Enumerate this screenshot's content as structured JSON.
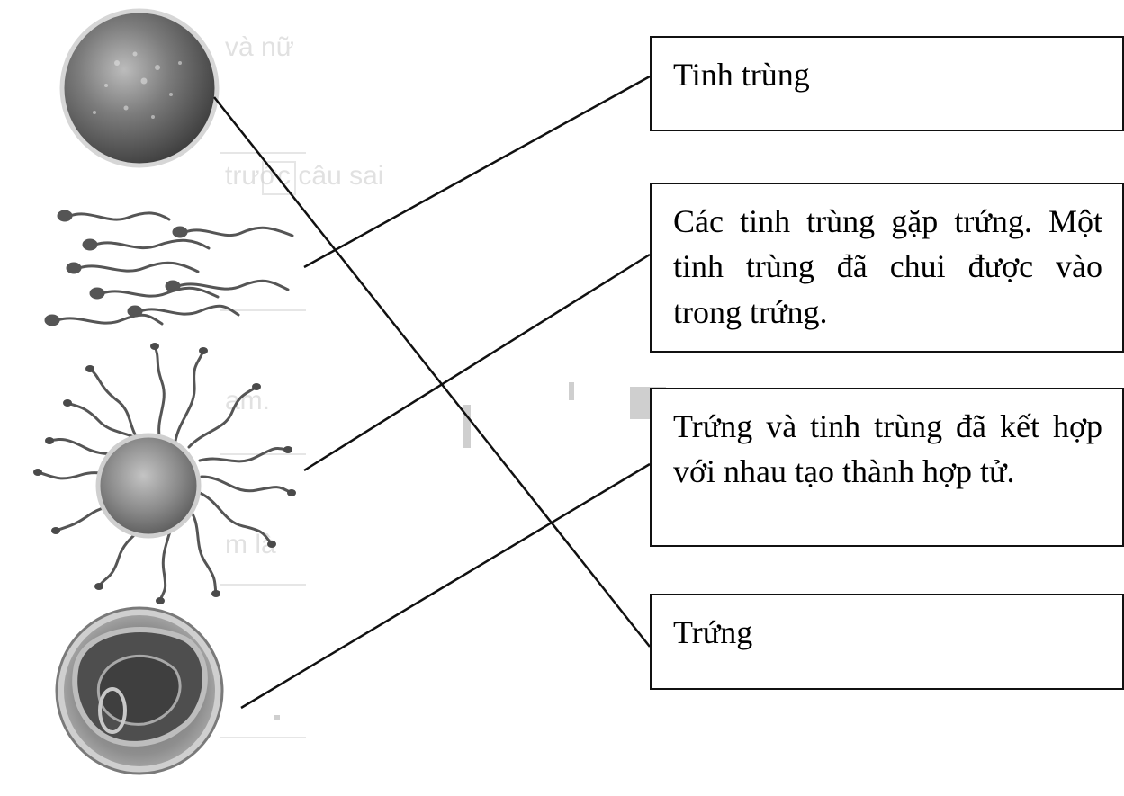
{
  "figure": {
    "images": [
      {
        "name": "egg-cell",
        "icon": "egg-cell-icon"
      },
      {
        "name": "sperm-cells",
        "icon": "sperm-cells-icon"
      },
      {
        "name": "fertilization",
        "icon": "fertilization-icon"
      },
      {
        "name": "zygote",
        "icon": "zygote-icon"
      }
    ],
    "labels": [
      {
        "text": "Tinh trùng"
      },
      {
        "text": "Các tinh trùng gặp trứng. Một tinh trùng đã chui được vào trong trứng."
      },
      {
        "text": "Trứng và tinh trùng đã kết hợp với nhau tạo thành hợp tử."
      },
      {
        "text": "Trứng"
      }
    ],
    "matches": [
      {
        "image": "egg-cell",
        "label": "Trứng"
      },
      {
        "image": "sperm-cells",
        "label": "Tinh trùng"
      },
      {
        "image": "fertilization",
        "label": "Các tinh trùng gặp trứng. Một tinh trùng đã chui được vào trong trứng."
      },
      {
        "image": "zygote",
        "label": "Trứng và tinh trùng đã kết hợp với nhau tạo thành hợp tử."
      }
    ],
    "colors": {
      "line": "#111111",
      "cell_shade": "#6e6e6e",
      "cell_light": "#d8d8d8",
      "background_text": "#bdbdbd"
    }
  }
}
